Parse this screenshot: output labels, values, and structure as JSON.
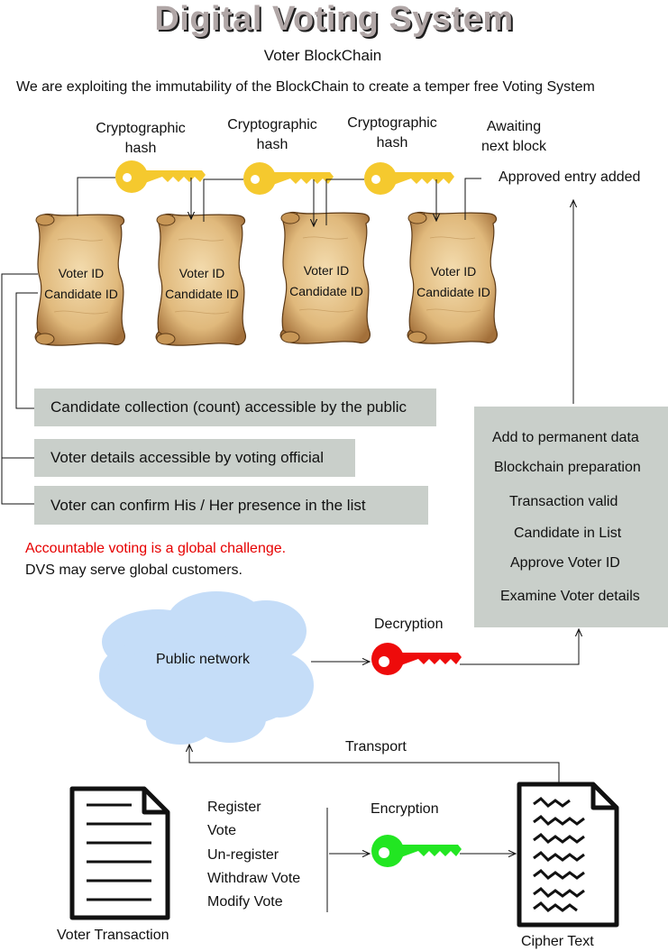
{
  "header": {
    "title": "Digital Voting System",
    "subtitle": "Voter BlockChain",
    "tagline": "We are exploiting the immutability of the BlockChain to create a temper free Voting System"
  },
  "chain": {
    "hash_label_1": "Cryptographic\nhash",
    "hash_label_2": "Cryptographic\nhash",
    "hash_label_3": "Cryptographic\nhash",
    "awaiting_label": "Awaiting\nnext block",
    "approved_label": "Approved entry added",
    "blocks": [
      {
        "voter": "Voter ID",
        "candidate": "Candidate ID"
      },
      {
        "voter": "Voter ID",
        "candidate": "Candidate ID"
      },
      {
        "voter": "Voter ID",
        "candidate": "Candidate ID"
      },
      {
        "voter": "Voter ID",
        "candidate": "Candidate ID"
      }
    ]
  },
  "access": {
    "public": "Candidate collection (count) accessible by the public",
    "official": "Voter details accessible by voting official",
    "voter": "Voter can confirm His / Her presence in the list"
  },
  "notes": {
    "challenge": "Accountable voting is a global challenge.",
    "customers": "DVS may serve global customers."
  },
  "process": {
    "steps": [
      "Add to permanent data",
      "Blockchain preparation",
      "Transaction valid",
      "Candidate in List",
      "Approve Voter ID",
      "Examine Voter details"
    ]
  },
  "network": {
    "cloud_label": "Public network",
    "decryption_label": "Decryption",
    "transport_label": "Transport",
    "encryption_label": "Encryption"
  },
  "transaction": {
    "doc_label": "Voter Transaction",
    "cipher_label": "Cipher Text",
    "operations": [
      "Register",
      "Vote",
      "Un-register",
      "Withdraw Vote",
      "Modify Vote"
    ]
  },
  "colors": {
    "hash_key": "#f5c92e",
    "decryption_key": "#ee0b0b",
    "encryption_key": "#22e622",
    "cloud": "#c5ddf8",
    "panel": "#c9cfca",
    "scroll": "#e2bf86",
    "challenge_text": "#e60000"
  }
}
